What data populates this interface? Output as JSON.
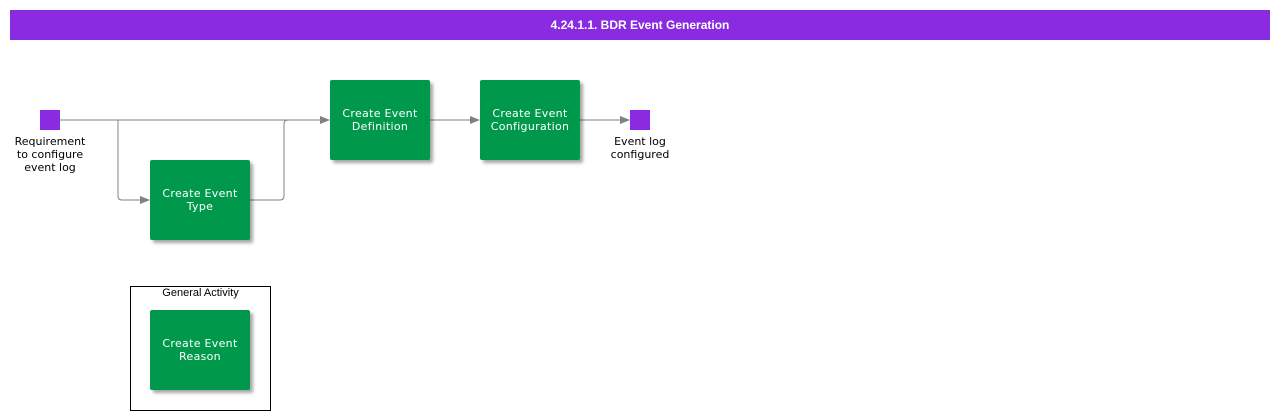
{
  "title": "4.24.1.1. BDR Event Generation",
  "colors": {
    "title_bar": "#8a2be2",
    "event": "#8a2be2",
    "task": "#00994c",
    "connector": "#808080"
  },
  "start_event": {
    "label": "Requirement\nto configure\nevent log"
  },
  "end_event": {
    "label": "Event log\nconfigured"
  },
  "tasks": {
    "create_event_type": "Create Event\nType",
    "create_event_definition": "Create Event\nDefinition",
    "create_event_configuration": "Create Event\nConfiguration"
  },
  "general_activity": {
    "label": "General Activity",
    "task": "Create Event\nReason"
  }
}
